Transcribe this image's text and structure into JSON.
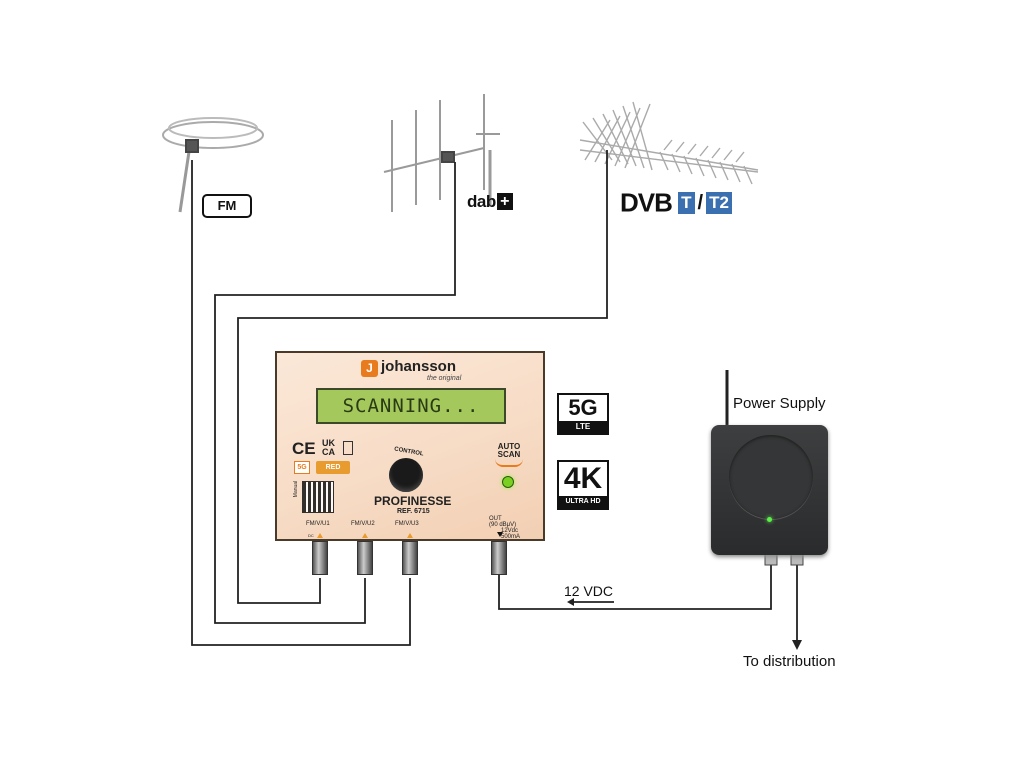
{
  "antennas": {
    "fm_label": "FM",
    "dab_label": "dab",
    "dab_plus": "+",
    "dvb_label": "DVB",
    "dvb_t": "T",
    "dvb_sep": "/",
    "dvb_t2": "T2"
  },
  "device": {
    "brand": "johansson",
    "brand_logo": "J",
    "tagline": "the original",
    "display": "SCANNING...",
    "ce": "CE",
    "ukca_line1": "UK",
    "ukca_line2": "CA",
    "fiveg_small": "5G",
    "red_badge": "RED",
    "qr_caption": "Manual",
    "control_label": "CONTROL",
    "autoscan_line1": "AUTO",
    "autoscan_line2": "SCAN",
    "product": "PROFINESSE",
    "ref": "REF. 6715",
    "ports": [
      "FM/V/U1",
      "FM/V/U2",
      "FM/V/U3"
    ],
    "port1_sub": "DC",
    "out_label": "OUT",
    "out_level": "(90 dBμV)",
    "out_power_line1": "12Vdc",
    "out_power_line2": "500mA"
  },
  "badges": {
    "fiveg": "5G",
    "lte": "LTE",
    "fourk": "4K",
    "ultrahd": "ULTRA HD"
  },
  "labels": {
    "power_supply": "Power Supply",
    "vdc": "12 VDC",
    "distribution": "To distribution"
  },
  "colors": {
    "accent_orange": "#e87b1e",
    "lcd_green": "#a4c85c",
    "dvb_blue": "#3a6fb0",
    "led_green": "#7ad020"
  }
}
